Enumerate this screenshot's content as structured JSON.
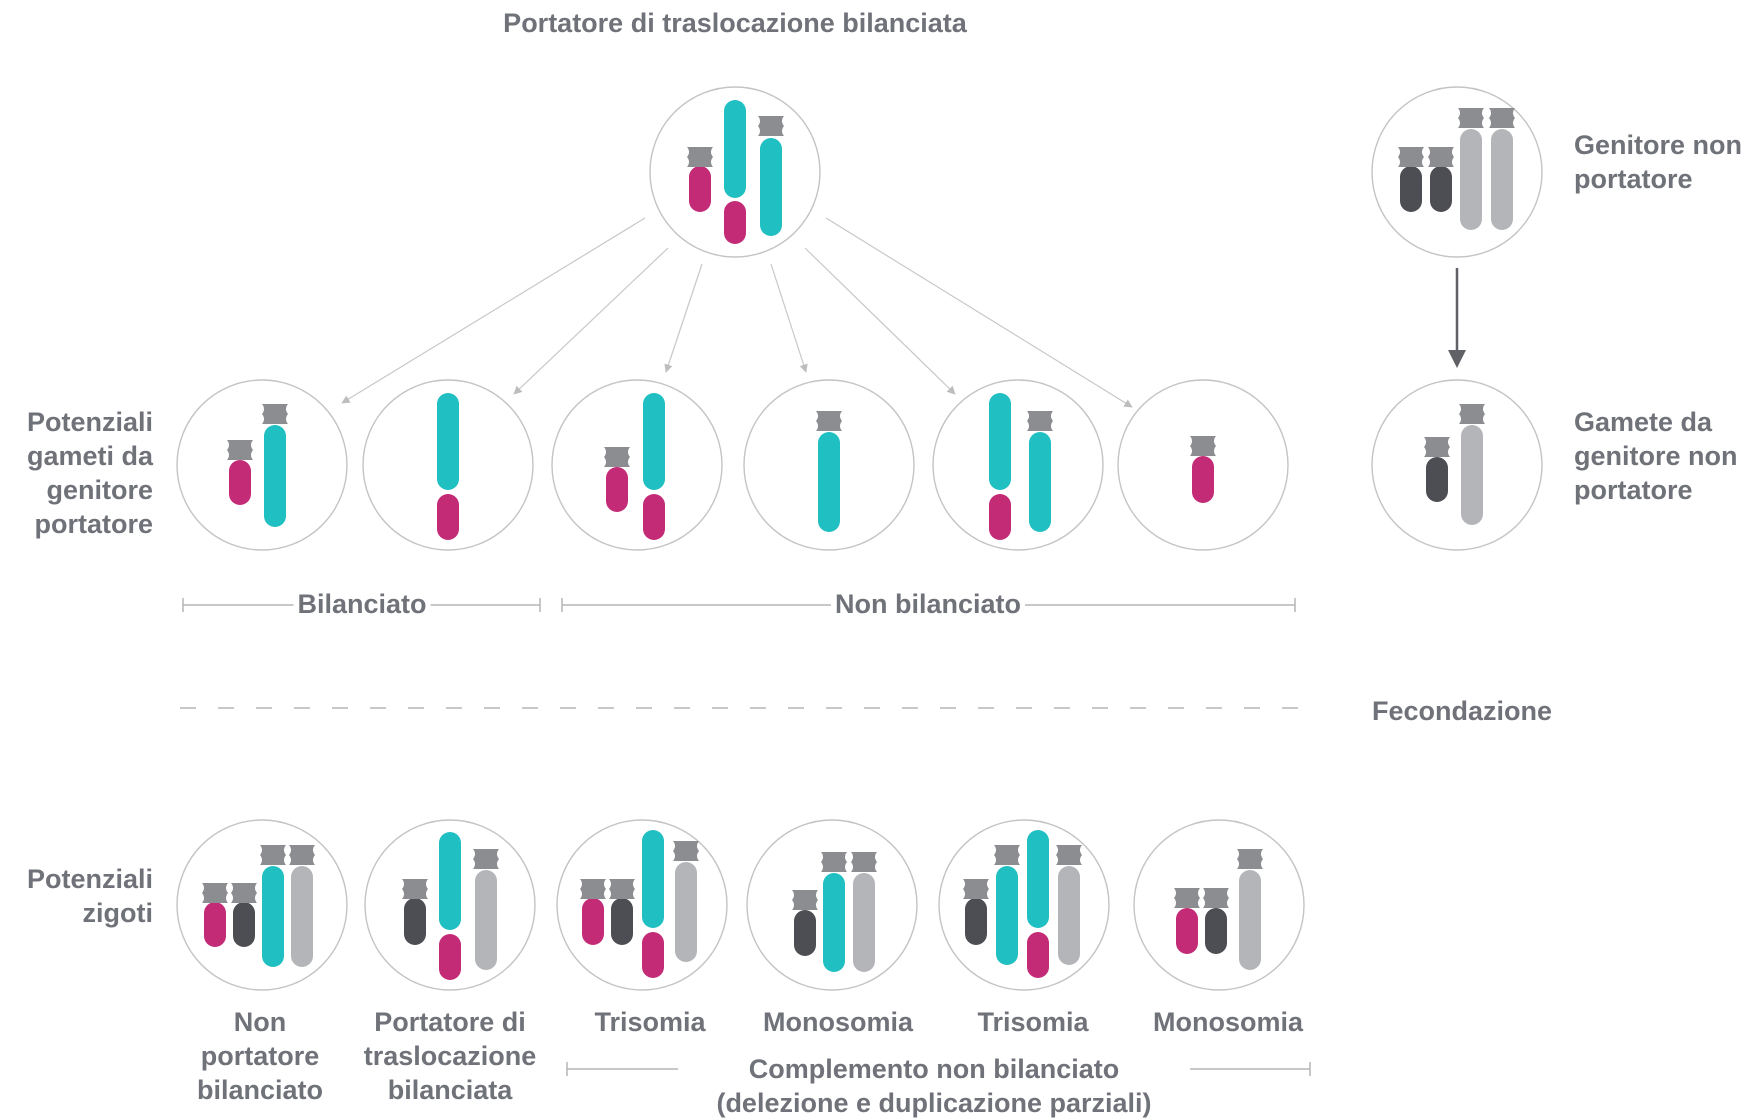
{
  "title": "Portatore di traslocazione bilanciata",
  "labels": {
    "gametes_row": "Potenziali\ngameti da\ngenitore\nportatore",
    "zygotes_row": "Potenziali\nzigoti",
    "non_carrier_parent": "Genitore non\nportatore",
    "non_carrier_gamete": "Gamete da\ngenitore non\nportatore",
    "fertilization": "Fecondazione",
    "balanced": "Bilanciato",
    "unbalanced": "Non bilanciato",
    "zygote_1": "Non\nportatore\nbilanciato",
    "zygote_2": "Portatore di\ntraslocazione\nbilanciata",
    "zygote_3": "Trisomia",
    "zygote_4": "Monosomia",
    "zygote_5": "Trisomia",
    "zygote_6": "Monosomia",
    "unbalanced_complement": "Complemento non bilanciato\n(delezione e duplicazione parziali)"
  },
  "colors": {
    "magenta": "#c42b76",
    "teal": "#1fbfc2",
    "dark_gray": "#4c4e53",
    "light_gray": "#b3b5b8",
    "centromere": "#8c8d91",
    "circle_stroke": "#c4c4c4",
    "text": "#707279"
  }
}
